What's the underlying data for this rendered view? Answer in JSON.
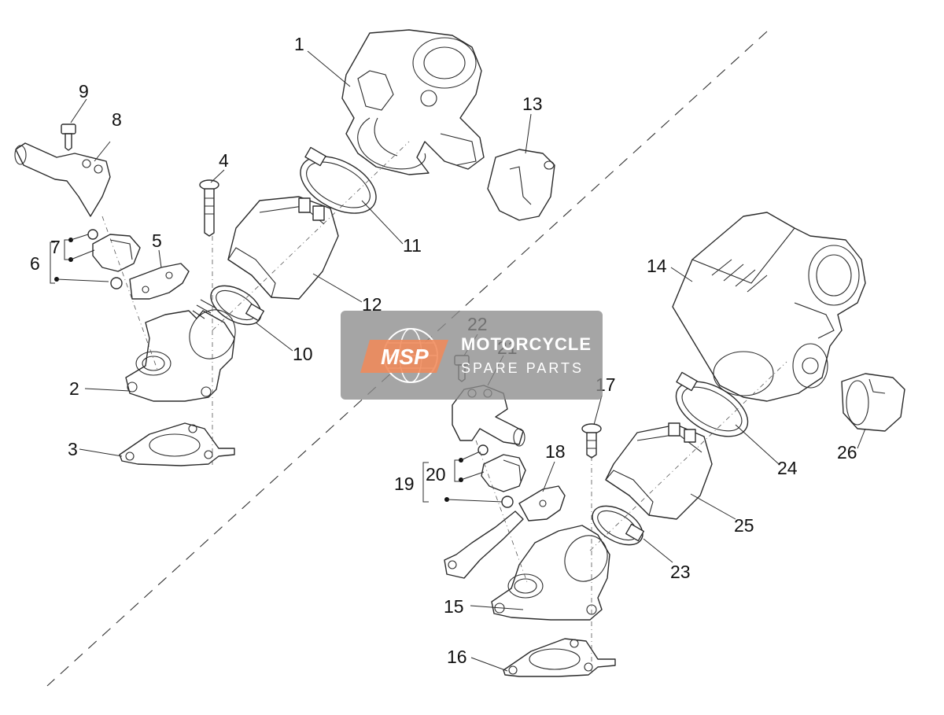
{
  "watermark": {
    "logo_text": "MSP",
    "line1": "MOTORCYCLE",
    "line2": "SPARE PARTS",
    "accent_color": "#f08a5a"
  },
  "callouts": [
    {
      "id": "1",
      "text": "1"
    },
    {
      "id": "2",
      "text": "2"
    },
    {
      "id": "3",
      "text": "3"
    },
    {
      "id": "4",
      "text": "4"
    },
    {
      "id": "5",
      "text": "5"
    },
    {
      "id": "6",
      "text": "6"
    },
    {
      "id": "7",
      "text": "7"
    },
    {
      "id": "8",
      "text": "8"
    },
    {
      "id": "9",
      "text": "9"
    },
    {
      "id": "10",
      "text": "10"
    },
    {
      "id": "11",
      "text": "11"
    },
    {
      "id": "12",
      "text": "12"
    },
    {
      "id": "13",
      "text": "13"
    },
    {
      "id": "14",
      "text": "14"
    },
    {
      "id": "15",
      "text": "15"
    },
    {
      "id": "16",
      "text": "16"
    },
    {
      "id": "17",
      "text": "17"
    },
    {
      "id": "18",
      "text": "18"
    },
    {
      "id": "19",
      "text": "19"
    },
    {
      "id": "20",
      "text": "20"
    },
    {
      "id": "21",
      "text": "21"
    },
    {
      "id": "22",
      "text": "22"
    },
    {
      "id": "23",
      "text": "23"
    },
    {
      "id": "24",
      "text": "24"
    },
    {
      "id": "25",
      "text": "25"
    },
    {
      "id": "26",
      "text": "26"
    }
  ]
}
